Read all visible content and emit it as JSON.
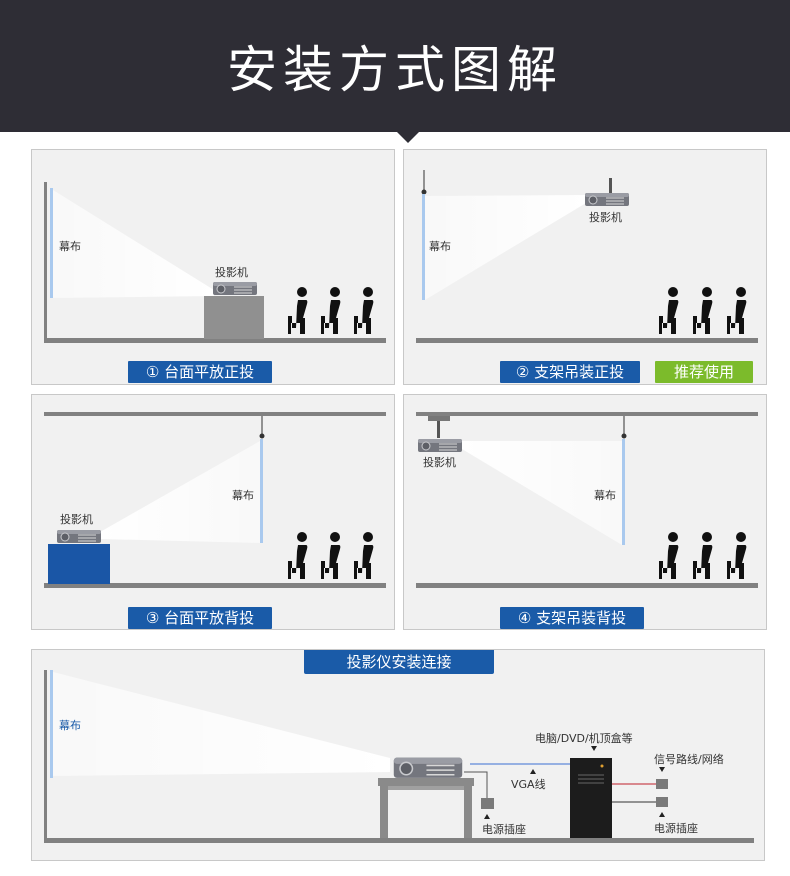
{
  "header": {
    "title": "安装方式图解"
  },
  "panels": [
    {
      "caption": "① 台面平放正投",
      "screen_label": "幕布",
      "projector_label": "投影机"
    },
    {
      "caption": "② 支架吊装正投",
      "badge": "推荐使用",
      "screen_label": "幕布",
      "projector_label": "投影机"
    },
    {
      "caption": "③ 台面平放背投",
      "screen_label": "幕布",
      "projector_label": "投影机"
    },
    {
      "caption": "④ 支架吊装背投",
      "screen_label": "幕布",
      "projector_label": "投影机"
    }
  ],
  "connection": {
    "title": "投影仪安装连接",
    "screen_label": "幕布",
    "source_label": "电脑/DVD/机顶盒等",
    "vga_label": "VGA线",
    "signal_label": "信号路线/网络",
    "power_label_left": "电源插座",
    "power_label_right": "电源插座"
  },
  "colors": {
    "header_bg": "#2e2d35",
    "caption_blue": "#1a5ba8",
    "badge_green": "#7cbb2b",
    "screen_blue": "#a9c9ee",
    "table_blue": "#1a56a6"
  }
}
